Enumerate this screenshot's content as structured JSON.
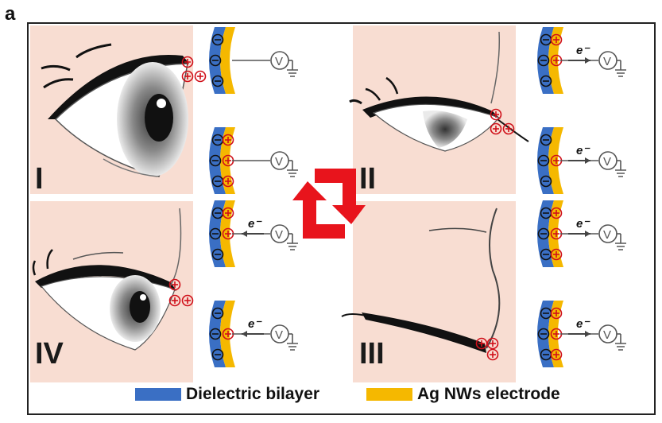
{
  "figure_label": "a",
  "stages": {
    "s1": "I",
    "s2": "II",
    "s3": "III",
    "s4": "IV"
  },
  "legend": {
    "dielectric": {
      "label": "Dielectric bilayer",
      "color": "#3a6fc4"
    },
    "electrode": {
      "label": "Ag NWs electrode",
      "color": "#f5b800"
    }
  },
  "electron_label": "e⁻",
  "charges": {
    "positive": "⊕",
    "negative": "⊖"
  },
  "colors": {
    "skin": "#f8ddd2",
    "charge": "#d0101a",
    "arrow": "#e8141c",
    "ink": "#111111"
  }
}
